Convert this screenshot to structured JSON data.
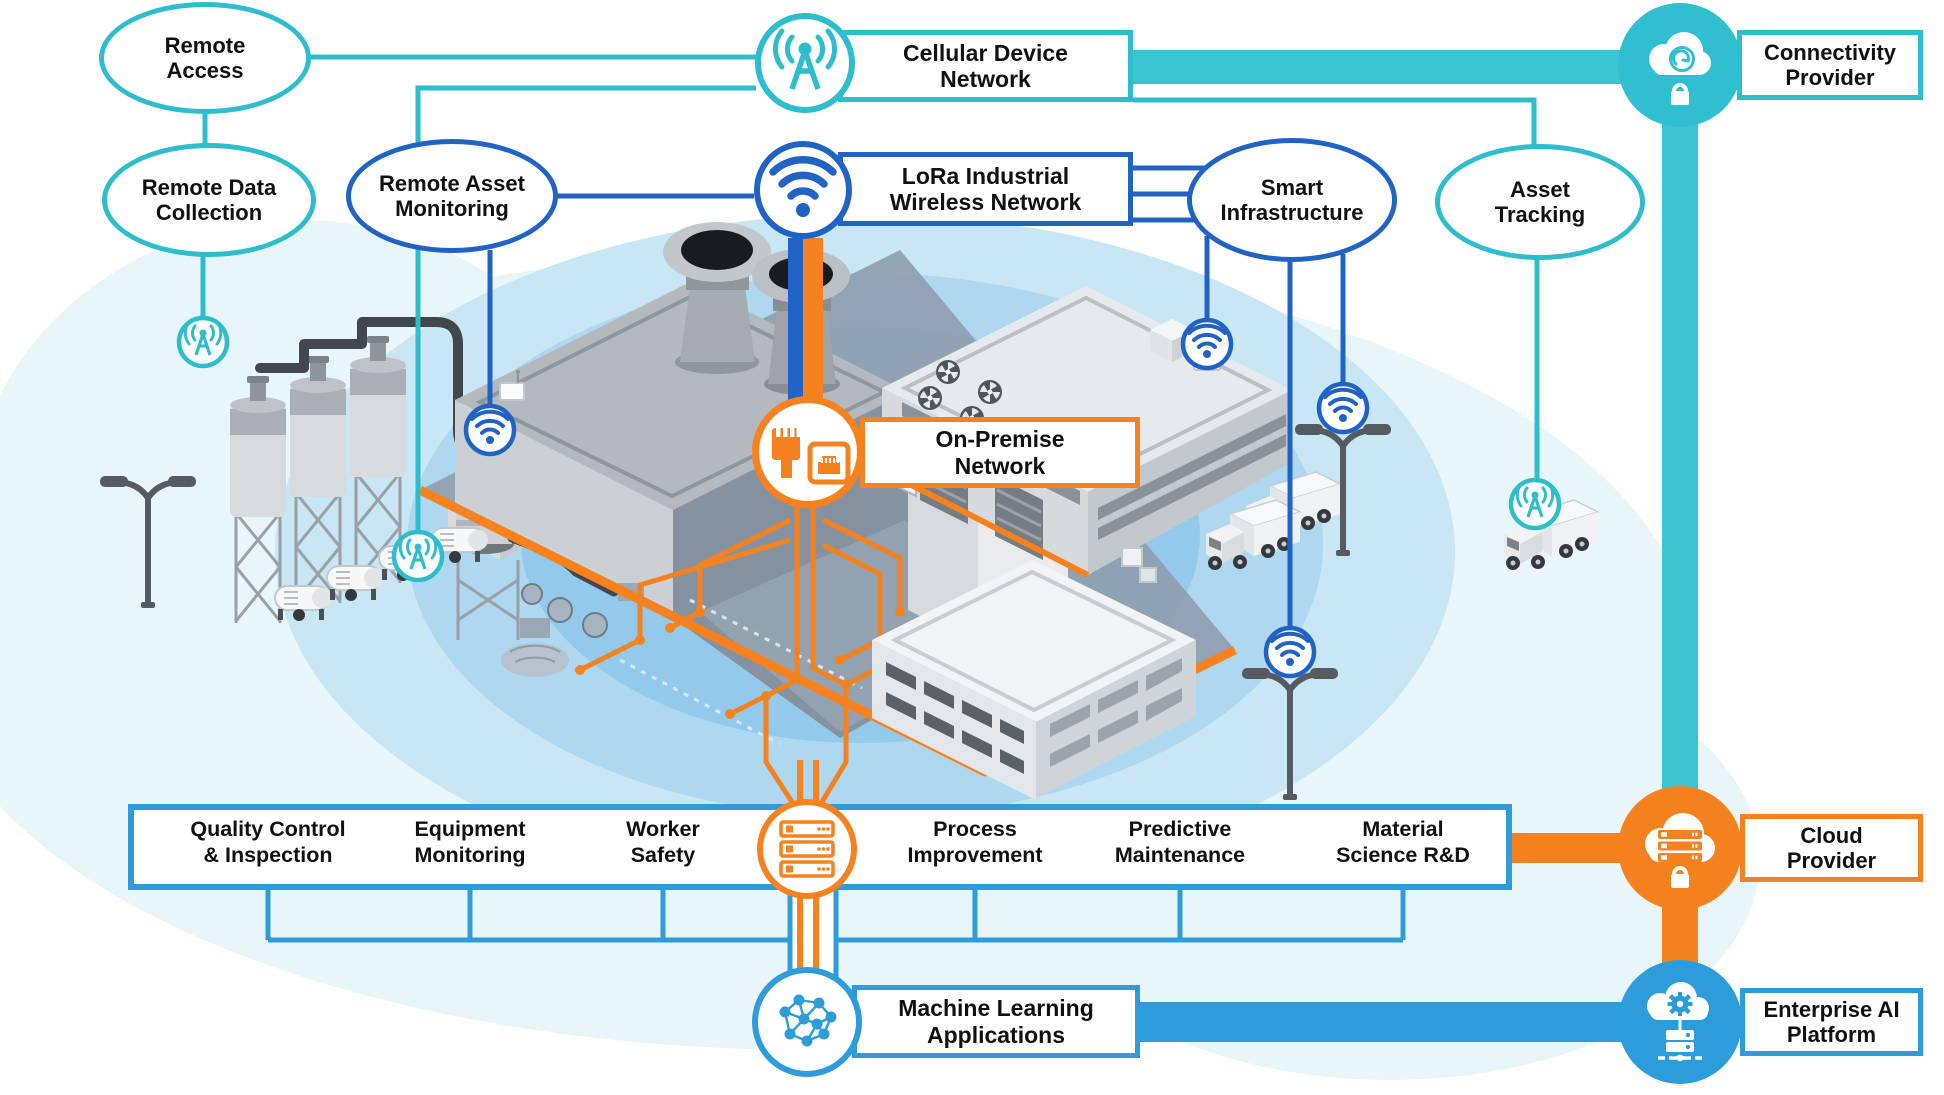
{
  "diagram": {
    "type": "industrial-iot-network-architecture",
    "colors": {
      "teal": "#2EBDCC",
      "blue": "#2063C5",
      "light_blue": "#2E9CDA",
      "orange": "#F5821F",
      "text": "#111111",
      "coverage_rings": [
        "#E9F6F9",
        "#C9E6F5",
        "#ADD8F0",
        "#93CAEB"
      ]
    },
    "icons": {
      "cellular_device_network": "antenna-icon",
      "lora_network": "wifi-icon",
      "on_premise_network": "ethernet-icon",
      "applications_hub": "server-rack-icon",
      "machine_learning_applications": "neural-network-icon",
      "connectivity_provider": "cloud-lock-icon",
      "cloud_provider": "cloud-server-lock-icon",
      "enterprise_ai_platform": "cloud-gear-server-icon"
    }
  },
  "nodes": {
    "remote_access": {
      "label": "Remote\nAccess"
    },
    "remote_data_collection": {
      "label": "Remote Data\nCollection"
    },
    "remote_asset_monitoring": {
      "label": "Remote Asset\nMonitoring"
    },
    "cellular_device_network": {
      "label": "Cellular Device\nNetwork"
    },
    "connectivity_provider": {
      "label": "Connectivity\nProvider"
    },
    "lora_network": {
      "label": "LoRa Industrial\nWireless Network"
    },
    "smart_infrastructure": {
      "label": "Smart\nInfrastructure"
    },
    "asset_tracking": {
      "label": "Asset\nTracking"
    },
    "on_premise_network": {
      "label": "On-Premise\nNetwork"
    },
    "machine_learning_applications": {
      "label": "Machine Learning\nApplications"
    },
    "cloud_provider": {
      "label": "Cloud\nProvider"
    },
    "enterprise_ai_platform": {
      "label": "Enterprise AI\nPlatform"
    }
  },
  "applications": [
    {
      "label": "Quality Control\n& Inspection"
    },
    {
      "label": "Equipment\nMonitoring"
    },
    {
      "label": "Worker\nSafety"
    },
    {
      "label": "Process\nImprovement"
    },
    {
      "label": "Predictive\nMaintenance"
    },
    {
      "label": "Material\nScience R&D"
    }
  ]
}
